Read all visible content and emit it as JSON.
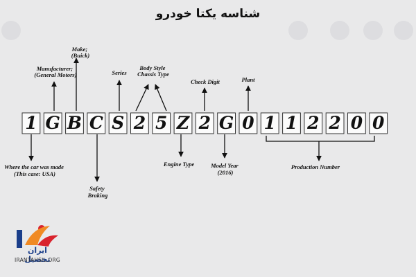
{
  "title": "شناسه یکتا خودرو",
  "vin_characters": [
    "1",
    "G",
    "B",
    "C",
    "S",
    "2",
    "5",
    "Z",
    "2",
    "G",
    "0",
    "1",
    "1",
    "2",
    "2",
    "0",
    "0"
  ],
  "labels": {
    "manufacturer": [
      "Manufacturer;",
      "(General Motors)"
    ],
    "make": [
      "Make;",
      "(Buick)"
    ],
    "series": [
      "Series"
    ],
    "body_style": [
      "Body Style",
      "Chassis Type"
    ],
    "check_digit": [
      "Check Digit"
    ],
    "plant": [
      "Plant"
    ],
    "country": [
      "Where the car was made",
      "(This case: USA)"
    ],
    "safety": [
      "Safety",
      "Braking"
    ],
    "engine": [
      "Engine Type"
    ],
    "model_year": [
      "Model Year",
      "(2016)"
    ],
    "production": [
      "Production Number"
    ]
  },
  "logo": {
    "name": "ایران تحصیل",
    "url": "IRANTAHSIL.ORG"
  },
  "colors": {
    "background": "#e9e9ea",
    "logo_orange": "#f08a24",
    "logo_red": "#d9232e",
    "logo_blue": "#1a3e8a"
  }
}
